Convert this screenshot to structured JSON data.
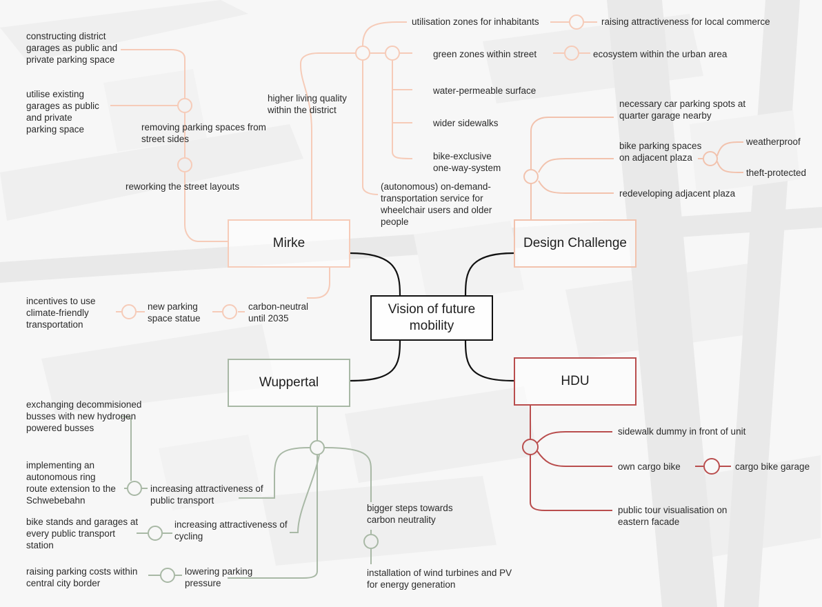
{
  "center": "Vision of future mobility",
  "branches": {
    "mirke": "Mirke",
    "design_challenge": "Design Challenge",
    "wuppertal": "Wuppertal",
    "hdu": "HDU"
  },
  "mirke_nodes": {
    "district_garages": "constructing district garages as public and private parking space",
    "existing_garages": "utilise existing garages as public and private parking space",
    "removing_parking": "removing parking spaces from street sides",
    "reworking_layouts": "reworking the street layouts",
    "living_quality": "higher living quality within the district",
    "utilisation_zones": "utilisation zones for inhabitants",
    "local_commerce": "raising attractiveness for local commerce",
    "green_zones": "green zones within street",
    "ecosystem": "ecosystem within the urban area",
    "water_permeable": "water-permeable surface",
    "wider_sidewalks": "wider sidewalks",
    "bike_exclusive": "bike-exclusive one-way-system",
    "on_demand": "(autonomous) on-demand-transportation service for wheelchair users and older people",
    "incentives": "incentives to use climate-friendly transportation",
    "parking_statue": "new parking space statue",
    "carbon_neutral": "carbon-neutral until 2035"
  },
  "design_challenge_nodes": {
    "car_parking": "necessary car parking spots at quarter garage nearby",
    "bike_parking": "bike parking spaces on adjacent plaza",
    "weatherproof": "weatherproof",
    "theft_protected": "theft-protected",
    "redeveloping_plaza": "redeveloping adjacent plaza"
  },
  "wuppertal_nodes": {
    "busses": "exchanging decommisioned busses with new hydrogen powered busses",
    "ring_route": "implementing an autonomous ring route extension to the Schwebebahn",
    "public_transport": "increasing attractiveness of public transport",
    "bike_stands": "bike stands and garages at every public transport station",
    "cycling": "increasing attractiveness of cycling",
    "parking_costs": "raising parking costs within central city border",
    "parking_pressure": "lowering parking pressure",
    "carbon_steps": "bigger steps towards carbon neutrality",
    "wind_turbines": "installation of wind turbines and PV for energy generation"
  },
  "hdu_nodes": {
    "sidewalk_dummy": "sidewalk dummy in front of unit",
    "cargo_bike": "own cargo bike",
    "cargo_garage": "cargo bike garage",
    "tour_visualisation": "public tour visualisation on eastern facade"
  },
  "colors": {
    "center": "#111111",
    "mirke": "#f6cbb8",
    "design_challenge": "#f2c2ad",
    "wuppertal": "#a8b8a5",
    "hdu": "#b94d4d"
  }
}
